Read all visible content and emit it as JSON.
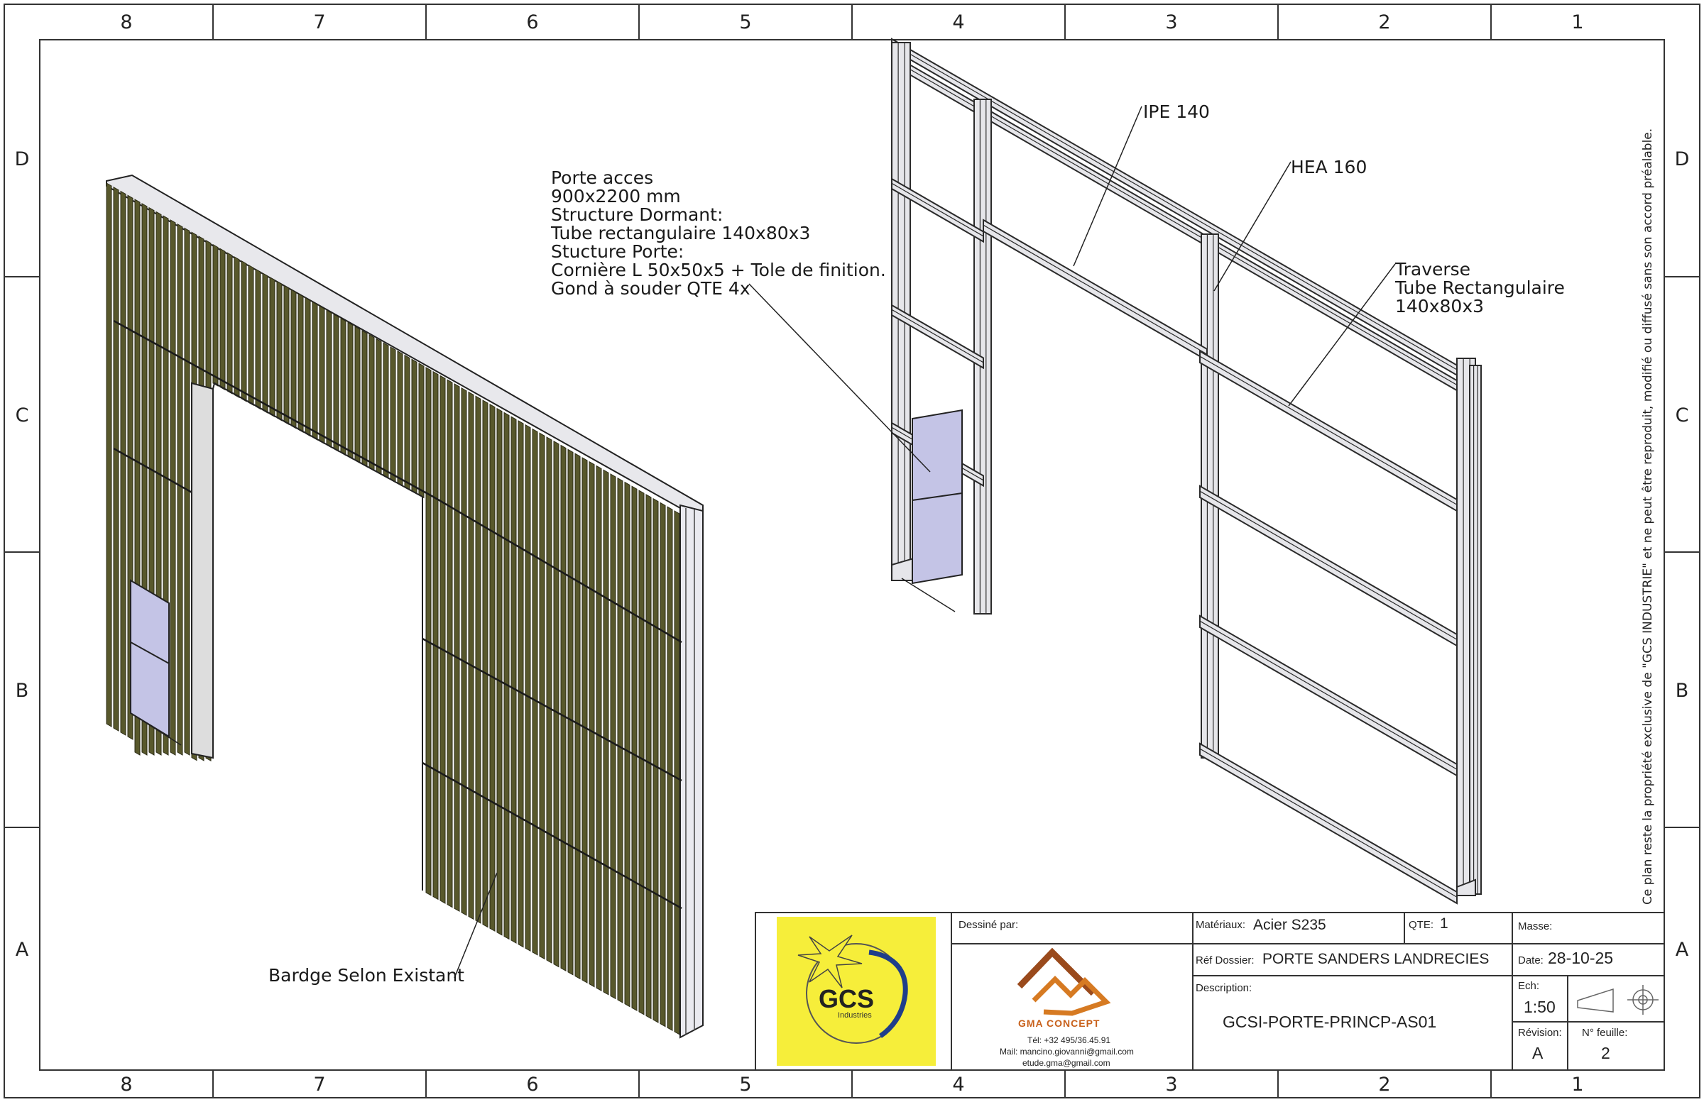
{
  "zones": {
    "columns": [
      "8",
      "7",
      "6",
      "5",
      "4",
      "3",
      "2",
      "1"
    ],
    "rows": [
      "D",
      "C",
      "B",
      "A"
    ]
  },
  "callouts": {
    "porte_lines": [
      "Porte acces",
      "900x2200 mm",
      "Structure Dormant:",
      "Tube rectangulaire 140x80x3",
      "Stucture Porte:",
      "Cornière L 50x50x5 + Tole de finition.",
      "Gond à souder QTE 4x"
    ],
    "ipe": "IPE 140",
    "hea": "HEA 160",
    "traverse_lines": [
      "Traverse",
      "Tube Rectangulaire",
      "140x80x3"
    ],
    "bardage": "Bardge Selon Existant"
  },
  "side_notice": "Ce plan reste la propriété exclusive de \"GCS INDUSTRIE\" et ne peut être reproduit, modifié ou diffusé sans son accord préalable.",
  "title_block": {
    "logo_gcs": {
      "name": "GCS",
      "sub": "Industries",
      "bg": "#f6ee3a"
    },
    "dessine_par_label": "Dessiné par:",
    "gma": {
      "name": "GMA CONCEPT",
      "tel": "Tél: +32 495/36.45.91",
      "mail": "Mail: mancino.giovanni@gmail.com",
      "etude": "etude.gma@gmail.com"
    },
    "materiaux_label": "Matériaux:",
    "materiaux_value": "Acier S235",
    "qte_label": "QTE:",
    "qte_value": "1",
    "masse_label": "Masse:",
    "ref_label": "Réf Dossier:",
    "ref_value": "PORTE SANDERS LANDRECIES",
    "date_label": "Date:",
    "date_value": "28-10-25",
    "description_label": "Description:",
    "description_value": "GCSI-PORTE-PRINCP-AS01",
    "ech_label": "Ech:",
    "ech_value": "1:50",
    "revision_label": "Révision:",
    "revision_value": "A",
    "feuille_label": "N° feuille:",
    "feuille_value": "2"
  },
  "colors": {
    "cladding": "#58582c",
    "cladding_dark": "#2b2b16",
    "steel": "#e6e6ea",
    "steel_edge": "#2a2a2a",
    "door_panel": "#c4c4e6",
    "gma_brown": "#9a4a1c",
    "gma_orange": "#d67a22"
  }
}
